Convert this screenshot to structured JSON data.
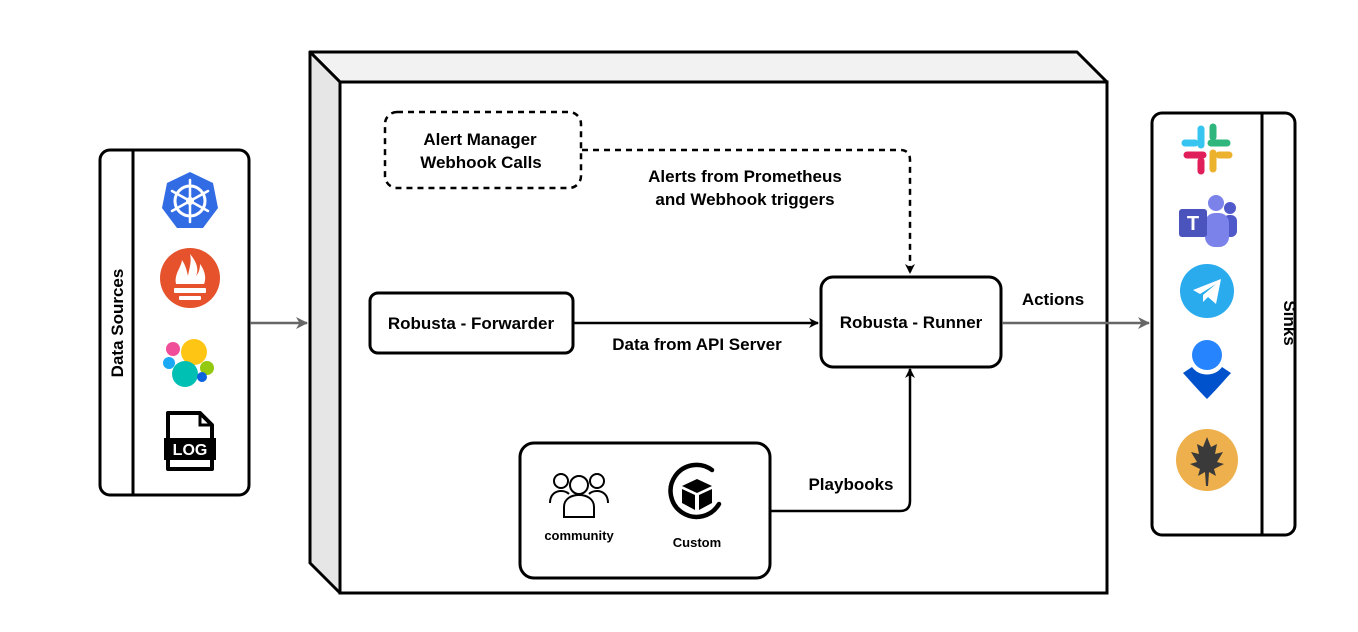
{
  "data_sources": {
    "title": "Data Sources",
    "items": [
      {
        "icon": "kubernetes-icon",
        "color": "#326CE5"
      },
      {
        "icon": "prometheus-icon",
        "color": "#E6522C"
      },
      {
        "icon": "elastic-icon",
        "color": "#00BFB3"
      },
      {
        "icon": "log-file-icon",
        "text": "LOG"
      }
    ]
  },
  "alert_manager": {
    "line1": "Alert Manager",
    "line2": "Webhook Calls"
  },
  "alerts_label": {
    "line1": "Alerts from Prometheus",
    "line2": "and Webhook triggers"
  },
  "forwarder": {
    "label": "Robusta - Forwarder"
  },
  "runner": {
    "label": "Robusta - Runner"
  },
  "api_label": "Data from API Server",
  "actions_label": "Actions",
  "playbooks_label": "Playbooks",
  "playbooks": {
    "community_label": "community",
    "custom_label": "Custom"
  },
  "sinks": {
    "title": "Sinks",
    "items": [
      {
        "icon": "slack-icon"
      },
      {
        "icon": "ms-teams-icon",
        "text": "T",
        "color": "#5059C9"
      },
      {
        "icon": "telegram-icon",
        "color": "#2AABEE"
      },
      {
        "icon": "opsgenie-icon",
        "color": "#2684FF"
      },
      {
        "icon": "datadog-leaf-icon",
        "color": "#EEB04C"
      }
    ]
  }
}
